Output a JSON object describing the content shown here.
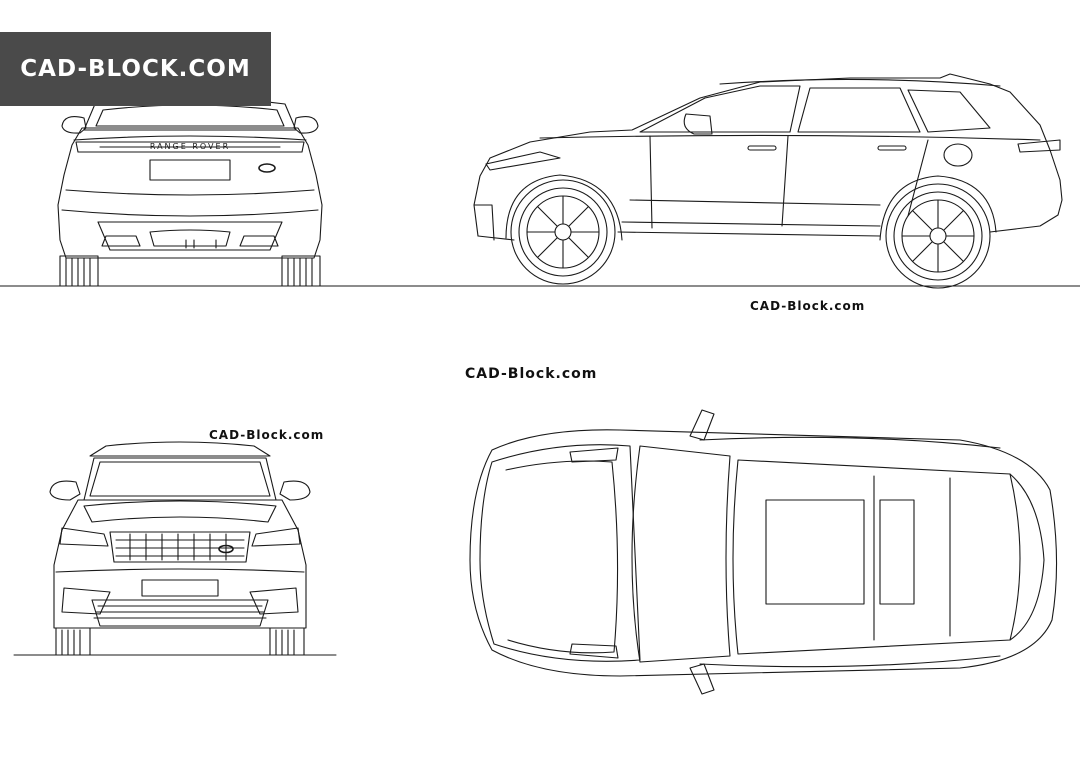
{
  "brand": {
    "label": "CAD-BLOCK.COM"
  },
  "watermarks": {
    "side": "CAD-Block.com",
    "center": "CAD-Block.com",
    "front": "CAD-Block.com"
  },
  "badges": {
    "rear": "RANGE ROVER"
  },
  "colors": {
    "line": "#1a1a1a",
    "banner": "#4a4a4a",
    "background": "#ffffff"
  }
}
